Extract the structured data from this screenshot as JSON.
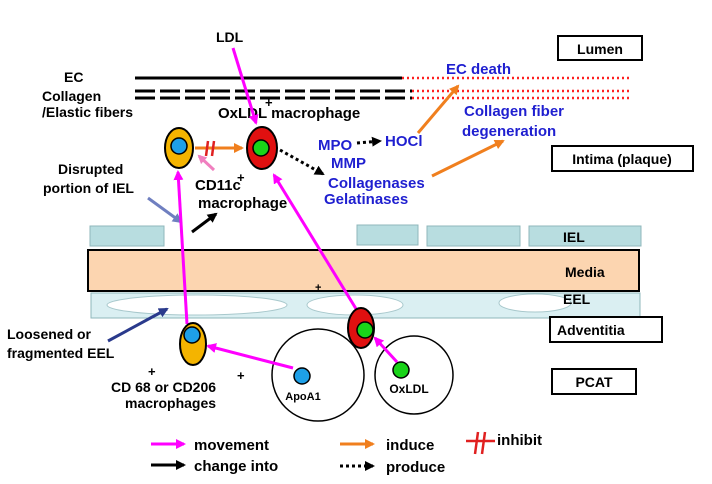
{
  "colors": {
    "movement": "#ff00ff",
    "induce": "#f07f1e",
    "inhibit": "#e02020",
    "blue_text": "#1f1fd0",
    "media_fill": "#fcd5b0",
    "iel_fill": "#b8dde0",
    "eel_fill": "#daeff2",
    "macrophage_yellow": "#f4b400",
    "oxldl_red": "#e01010",
    "core_blue": "#1ea0e8",
    "core_green": "#19d419",
    "death_dots": "#ff2020"
  },
  "layers": {
    "lumen": "Lumen",
    "intima": "Intima (plaque)",
    "iel": "IEL",
    "media": "Media",
    "eel": "EEL",
    "adventitia": "Adventitia",
    "pcat": "PCAT"
  },
  "labels": {
    "ec": "EC",
    "collagen_line1": "Collagen",
    "collagen_line2": "/Elastic fibers",
    "ldl": "LDL",
    "oxldl_macrophage": "OxLDL",
    "oxldl_macrophage_suffix": " macrophage",
    "plus": "+",
    "ec_death": "EC death",
    "collagen_fiber_line1": "Collagen fiber",
    "collagen_fiber_line2": "degeneration",
    "mpo": "MPO",
    "hocl": "HOCl",
    "mmp": "MMP",
    "collagenases": "Collagenases",
    "gelatinases": "Gelatinases",
    "disrupted_line1": "Disrupted",
    "disrupted_line2": "portion of IEL",
    "cd11c_line1": "CD11c",
    "cd11c_line2": "macrophage",
    "loosened_line1": "Loosened or",
    "loosened_line2": "fragmented EEL",
    "cd68_line1": "CD 68 or CD206",
    "cd68_line2": "macrophages",
    "apoa1": "ApoA1",
    "oxldl": "OxLDL"
  },
  "legend": {
    "movement": "movement",
    "change_into": "change into",
    "induce": "induce",
    "produce": "produce",
    "inhibit": "inhibit"
  }
}
